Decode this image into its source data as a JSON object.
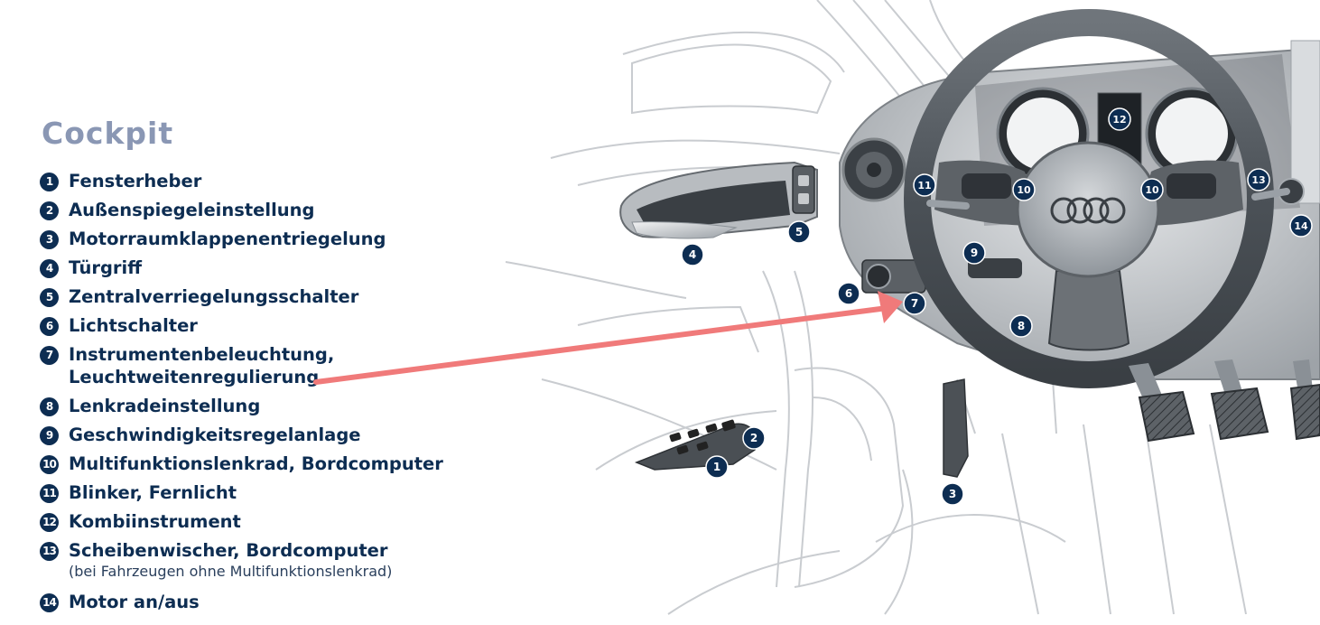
{
  "title": "Cockpit",
  "items": [
    {
      "n": "1",
      "label": "Fensterheber"
    },
    {
      "n": "2",
      "label": "Außenspiegeleinstellung"
    },
    {
      "n": "3",
      "label": "Motorraumklappenentriegelung"
    },
    {
      "n": "4",
      "label": "Türgriff"
    },
    {
      "n": "5",
      "label": "Zentralverriegelungsschalter"
    },
    {
      "n": "6",
      "label": "Lichtschalter"
    },
    {
      "n": "7",
      "label": "Instrumentenbeleuchtung,",
      "label2": "Leuchtweitenregulierung"
    },
    {
      "n": "8",
      "label": "Lenkradeinstellung"
    },
    {
      "n": "9",
      "label": "Geschwindigkeitsregelanlage"
    },
    {
      "n": "10",
      "label": "Multifunktionslenkrad, Bordcomputer"
    },
    {
      "n": "11",
      "label": "Blinker, Fernlicht"
    },
    {
      "n": "12",
      "label": "Kombiinstrument"
    },
    {
      "n": "13",
      "label": "Scheibenwischer, Bordcomputer",
      "note": "(bei Fahrzeugen ohne Multifunktionslenkrad)"
    },
    {
      "n": "14",
      "label": "Motor an/aus"
    }
  ],
  "callouts": {
    "c1": "1",
    "c2": "2",
    "c3": "3",
    "c4": "4",
    "c5": "5",
    "c6": "6",
    "c7": "7",
    "c8": "8",
    "c9": "9",
    "c10a": "10",
    "c10b": "10",
    "c11": "11",
    "c12": "12",
    "c13": "13",
    "c14": "14"
  },
  "colors": {
    "marker": "#0d2d52",
    "title": "#8a97b4",
    "arrow": "#f07a7a"
  }
}
